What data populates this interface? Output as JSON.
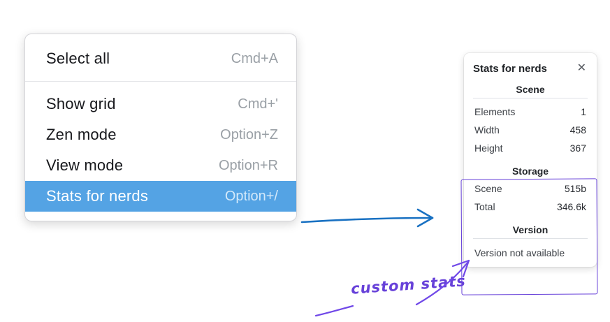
{
  "menu": {
    "items": [
      {
        "label": "Select all",
        "shortcut": "Cmd+A",
        "selected": false
      },
      {
        "label": "Show grid",
        "shortcut": "Cmd+'",
        "selected": false
      },
      {
        "label": "Zen mode",
        "shortcut": "Option+Z",
        "selected": false
      },
      {
        "label": "View mode",
        "shortcut": "Option+R",
        "selected": false
      },
      {
        "label": "Stats for nerds",
        "shortcut": "Option+/",
        "selected": true
      }
    ]
  },
  "stats_panel": {
    "title": "Stats for nerds",
    "close_icon": "✕",
    "sections": [
      {
        "heading": "Scene",
        "rows": [
          [
            "Elements",
            "1"
          ],
          [
            "Width",
            "458"
          ],
          [
            "Height",
            "367"
          ]
        ]
      },
      {
        "heading": "Storage",
        "rows": [
          [
            "Scene",
            "515b"
          ],
          [
            "Total",
            "346.6k"
          ]
        ]
      },
      {
        "heading": "Version",
        "rows": [],
        "note": "Version not available"
      }
    ]
  },
  "annotation": {
    "label": "custom stats",
    "color": "#6741d9"
  },
  "colors": {
    "menu_selection": "#54a3e4",
    "blue_arrow": "#1971c2",
    "purple_annotation": "#6741d9"
  }
}
